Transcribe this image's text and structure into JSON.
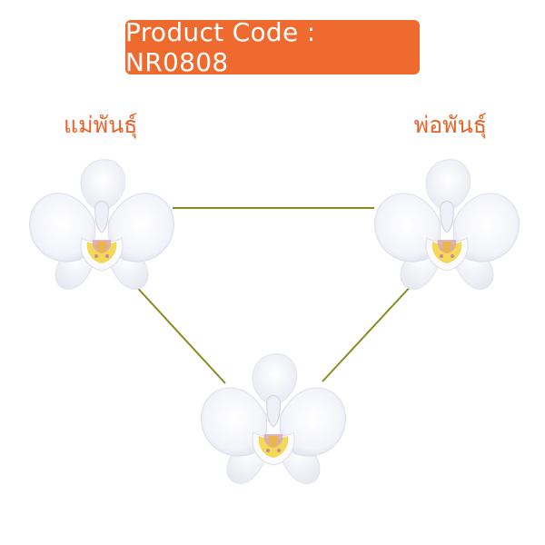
{
  "header": {
    "product_code": "Product Code : NR0808"
  },
  "labels": {
    "mother": "แม่พันธุ์",
    "father": "พ่อพันธุ์"
  },
  "colors": {
    "badge": "#ef6a2e",
    "label_text": "#e8632a",
    "connector": "#8a8a1e",
    "petal": "#f4f5fb",
    "lip_yellow": "#f2d23a"
  },
  "images": {
    "mother_flower": "white-orchid-flower",
    "father_flower": "white-orchid-flower",
    "offspring_flower": "white-orchid-flower"
  }
}
